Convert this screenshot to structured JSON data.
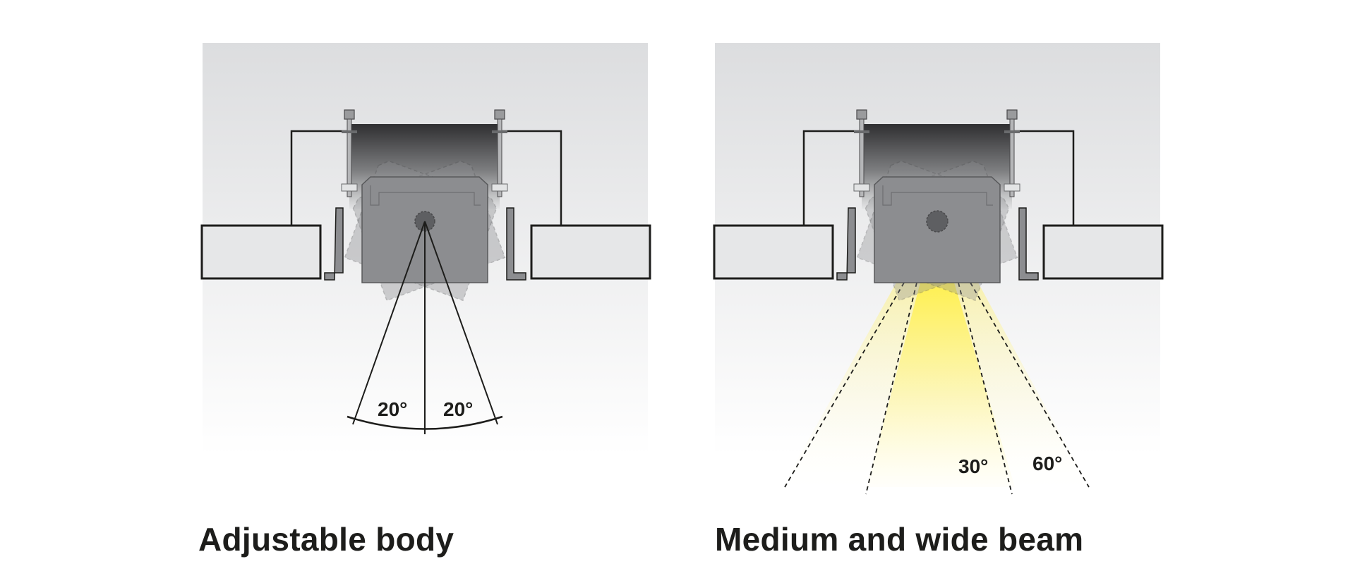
{
  "panels": {
    "left": {
      "caption": "Adjustable body",
      "angle_left": "20°",
      "angle_right": "20°",
      "tilt_degrees": 20
    },
    "right": {
      "caption": "Medium and wide beam",
      "medium_beam_label": "30°",
      "wide_beam_label": "60°",
      "medium_beam_degrees": 30,
      "wide_beam_degrees": 60
    }
  },
  "colors": {
    "background_top": "#dcdddf",
    "background_bottom": "#ffffff",
    "ceiling": "#e6e7e8",
    "line": "#1d1d1b",
    "body": "#8c8d90",
    "lens": "#5e5f62",
    "beam": "#fff27a"
  }
}
